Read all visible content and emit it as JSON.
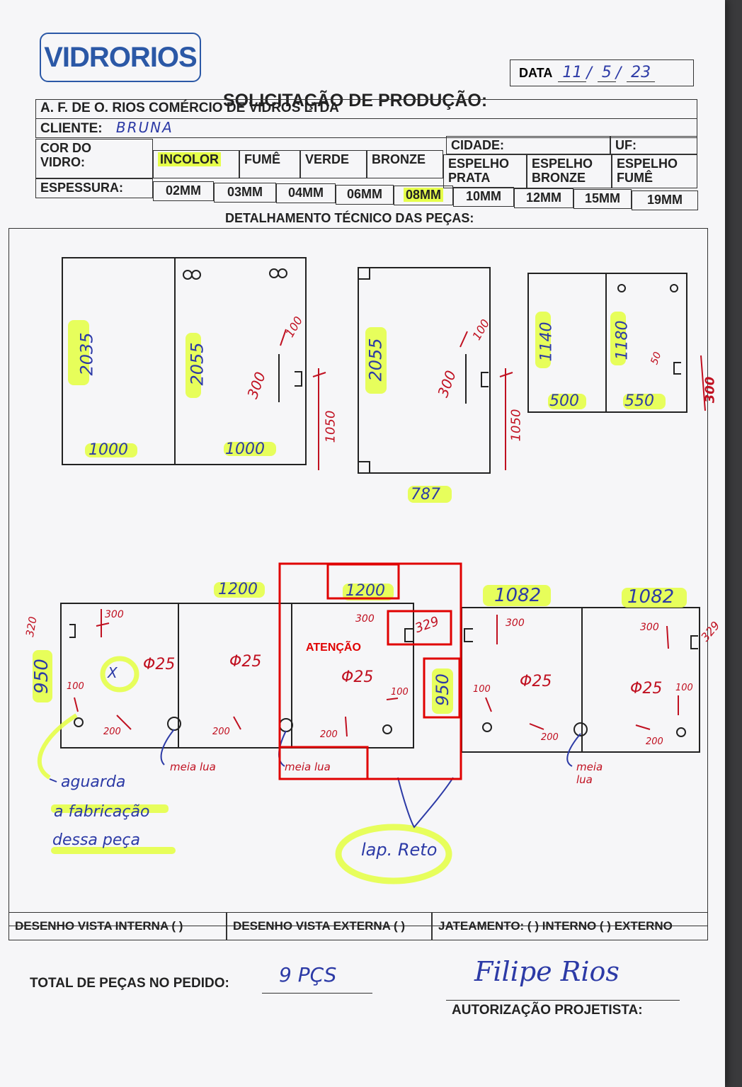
{
  "header": {
    "logo": "VIDRORIOS",
    "date_label": "DATA",
    "date_day": "11",
    "date_month": "5",
    "date_year": "23",
    "title": "SOLICITAÇÃO DE PRODUÇÃO:",
    "company": "A. F. DE O. RIOS COMÉRCIO DE VIDROS LTDA",
    "client_label": "CLIENTE:",
    "client_value": "BRUNA",
    "city_label": "CIDADE:",
    "uf_label": "UF:"
  },
  "glass": {
    "color_label_1": "COR DO",
    "color_label_2": "VIDRO:",
    "colors": [
      {
        "l1": "INCOLOR",
        "l2": "",
        "selected": true
      },
      {
        "l1": "FUMÊ",
        "l2": "",
        "selected": false
      },
      {
        "l1": "VERDE",
        "l2": "",
        "selected": false
      },
      {
        "l1": "BRONZE",
        "l2": "",
        "selected": false
      },
      {
        "l1": "ESPELHO",
        "l2": "PRATA",
        "selected": false
      },
      {
        "l1": "ESPELHO",
        "l2": "BRONZE",
        "selected": false
      },
      {
        "l1": "ESPELHO",
        "l2": "FUMÊ",
        "selected": false
      }
    ],
    "thickness_label": "ESPESSURA:",
    "thicknesses": [
      {
        "v": "02MM",
        "selected": false
      },
      {
        "v": "03MM",
        "selected": false
      },
      {
        "v": "04MM",
        "selected": false
      },
      {
        "v": "06MM",
        "selected": false
      },
      {
        "v": "08MM",
        "selected": true
      },
      {
        "v": "10MM",
        "selected": false
      },
      {
        "v": "12MM",
        "selected": false
      },
      {
        "v": "15MM",
        "selected": false
      },
      {
        "v": "19MM",
        "selected": false
      }
    ]
  },
  "drawing": {
    "section_title": "DETALHAMENTO TÉCNICO DAS PEÇAS:",
    "p1_h": "2035",
    "p1_w": "1000",
    "p2_h": "2055",
    "p2_w": "1000",
    "p2_d1": "300",
    "p2_d2": "1050",
    "p2_d3": "100",
    "p3_h": "2055",
    "p3_w": "787",
    "p3_d1": "300",
    "p3_d2": "1050",
    "p3_d3": "100",
    "p4_h": "1140",
    "p4_w": "500",
    "p5_h": "1180",
    "p5_w": "550",
    "p5_d1": "300",
    "p5_d2": "50",
    "r_top1": "1200",
    "r_top2": "1200",
    "r_top3": "1082",
    "r_top4": "1082",
    "r_h1": "950",
    "r_h2": "950",
    "r_329a": "329",
    "r_329b": "329",
    "r_320": "320",
    "r_phi": "Φ25",
    "r_100": "100",
    "r_200": "200",
    "r_300": "300",
    "r_x": "X",
    "attention": "ATENÇÃO",
    "meia_lua": "meia lua",
    "note_1": "aguarda",
    "note_2": "a fabricação",
    "note_3": "dessa peça",
    "lap_reto": "lap. Reto"
  },
  "footer": {
    "view_internal": "DESENHO VISTA INTERNA (  )",
    "view_external": "DESENHO VISTA EXTERNA (  )",
    "sandblast": "JATEAMENTO: (  ) INTERNO (  ) EXTERNO",
    "total_label": "TOTAL DE PEÇAS NO PEDIDO:",
    "total_value": "9 PÇS",
    "signature": "Filipe Rios",
    "authorization": "AUTORIZAÇÃO PROJETISTA:"
  },
  "colors": {
    "highlight": "#e6ff4a",
    "pen_blue": "#2c3aa6",
    "pen_red": "#c01020",
    "annotation_red": "#e00000"
  }
}
